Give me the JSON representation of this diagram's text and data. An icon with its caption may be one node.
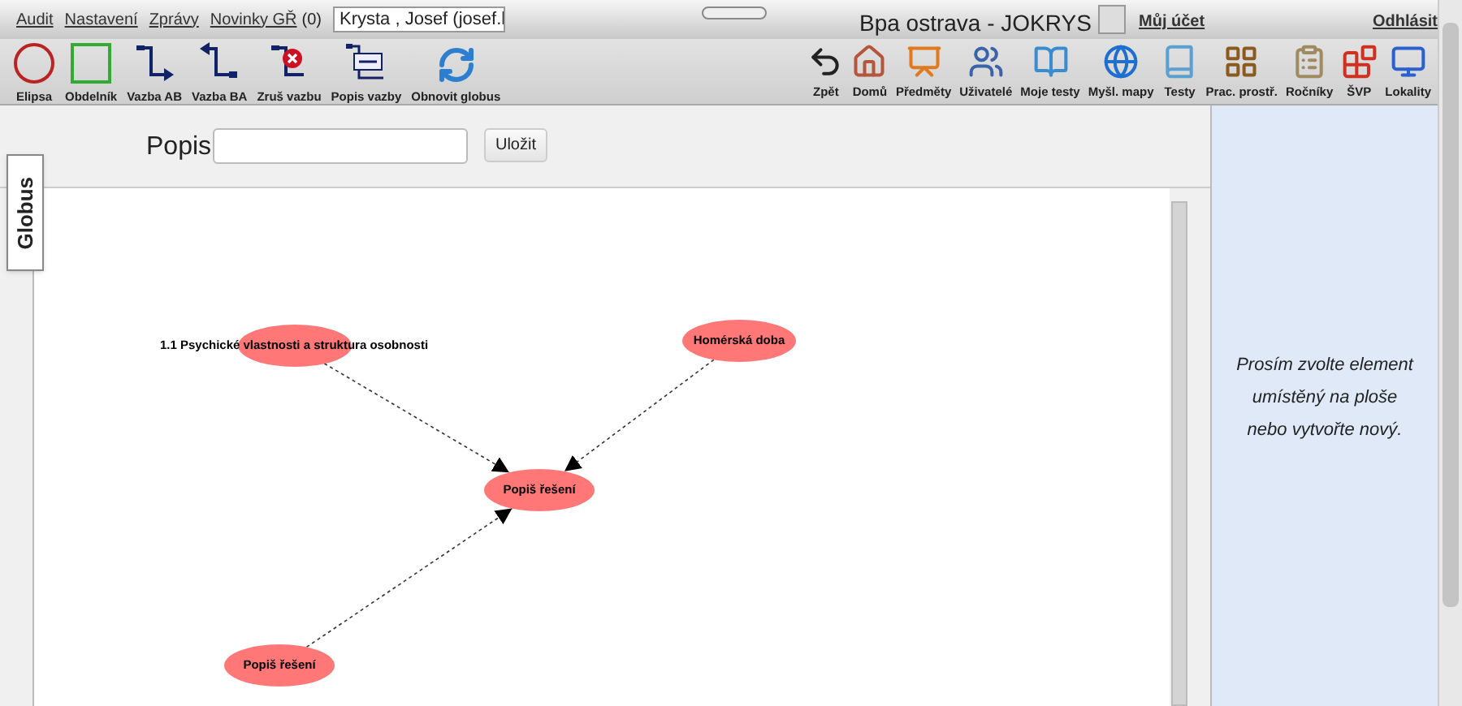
{
  "diagram": {
    "nodes": [
      {
        "text": [
          "1.1 Psychické vlastnosti a struktura osobnosti"
        ]
      },
      {
        "text": [
          "Homérská doba"
        ]
      },
      {
        "text": [
          "Popiš řešení"
        ]
      },
      {
        "text": [
          "Popiš řešení"
        ]
      }
    ],
    "edges": [
      {
        "from": 0,
        "to": 2,
        "arrow": "to",
        "style": "dashed"
      },
      {
        "from": 1,
        "to": 2,
        "arrow": "to",
        "style": "dashed"
      },
      {
        "from": 3,
        "to": 2,
        "arrow": "to",
        "style": "dashed"
      }
    ],
    "labels": [
      "Audit",
      "Nastavení",
      "Zprávy",
      "Novinky GŘ",
      "(0)",
      "Krysta , Josef (josef.l",
      "Bpa ostrava - JOKRYS",
      "Můj účet",
      "Odhlásit",
      "Elipsa",
      "Obdelník",
      "Vazba AB",
      "Vazba BA",
      "Zruš vazbu",
      "Popis vazby",
      "Obnovit globus",
      "Zpět",
      "Domů",
      "Předměty",
      "Uživatelé",
      "Moje testy",
      "Myšl. mapy",
      "Testy",
      "Prac. prostř.",
      "Ročníky",
      "ŠVP",
      "Lokality",
      "Popis",
      "Uložit",
      "Globus",
      "Prosím zvolte element umístěný na ploše nebo vytvořte nový."
    ]
  }
}
